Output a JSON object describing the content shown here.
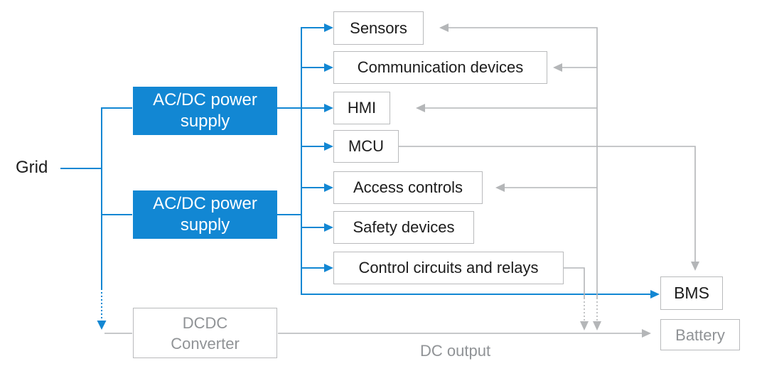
{
  "colors": {
    "blue": "#1287d3",
    "gray": "#b4b6b8",
    "border": "#b9babc",
    "gray_text": "#909396",
    "text": "#1c1c1c",
    "background": "#ffffff"
  },
  "nodes": {
    "grid": "Grid",
    "acdc_top": "AC/DC power\nsupply",
    "acdc_bottom": "AC/DC power\nsupply",
    "sensors": "Sensors",
    "communication_devices": "Communication devices",
    "hmi": "HMI",
    "mcu": "MCU",
    "access_controls": "Access controls",
    "safety_devices": "Safety devices",
    "control_circuits": "Control circuits and relays",
    "bms": "BMS",
    "dcdc_converter": "DCDC\nConverter",
    "battery": "Battery",
    "dc_output": "DC output"
  },
  "connections": [
    {
      "from": "grid",
      "to": "acdc_top",
      "style": "blue-solid"
    },
    {
      "from": "grid",
      "to": "acdc_bottom",
      "style": "blue-solid"
    },
    {
      "from": "grid",
      "to": "dcdc_converter",
      "style": "blue-dashed-arrow"
    },
    {
      "from": "acdc_top",
      "to": "power-bus",
      "style": "blue-solid"
    },
    {
      "from": "acdc_bottom",
      "to": "power-bus",
      "style": "blue-solid"
    },
    {
      "from": "power-bus",
      "to": "sensors",
      "style": "blue-arrow"
    },
    {
      "from": "power-bus",
      "to": "communication_devices",
      "style": "blue-arrow"
    },
    {
      "from": "power-bus",
      "to": "hmi",
      "style": "blue-arrow"
    },
    {
      "from": "power-bus",
      "to": "mcu",
      "style": "blue-arrow"
    },
    {
      "from": "power-bus",
      "to": "access_controls",
      "style": "blue-arrow"
    },
    {
      "from": "power-bus",
      "to": "safety_devices",
      "style": "blue-arrow"
    },
    {
      "from": "power-bus",
      "to": "control_circuits",
      "style": "blue-arrow"
    },
    {
      "from": "power-bus",
      "to": "bms",
      "style": "blue-arrow"
    },
    {
      "from": "feedback-bus",
      "to": "sensors",
      "style": "gray-arrow"
    },
    {
      "from": "feedback-bus",
      "to": "communication_devices",
      "style": "gray-arrow"
    },
    {
      "from": "feedback-bus",
      "to": "hmi",
      "style": "gray-arrow"
    },
    {
      "from": "feedback-bus",
      "to": "access_controls",
      "style": "gray-arrow"
    },
    {
      "from": "feedback-bus",
      "to": "dc-output-line",
      "style": "gray-dashed-arrow"
    },
    {
      "from": "mcu",
      "to": "bms",
      "style": "gray-arrow"
    },
    {
      "from": "control_circuits",
      "to": "dc-output-line",
      "style": "gray-dashed-arrow"
    },
    {
      "from": "dcdc_converter",
      "to": "battery",
      "style": "gray-arrow",
      "label": "DC output"
    }
  ]
}
